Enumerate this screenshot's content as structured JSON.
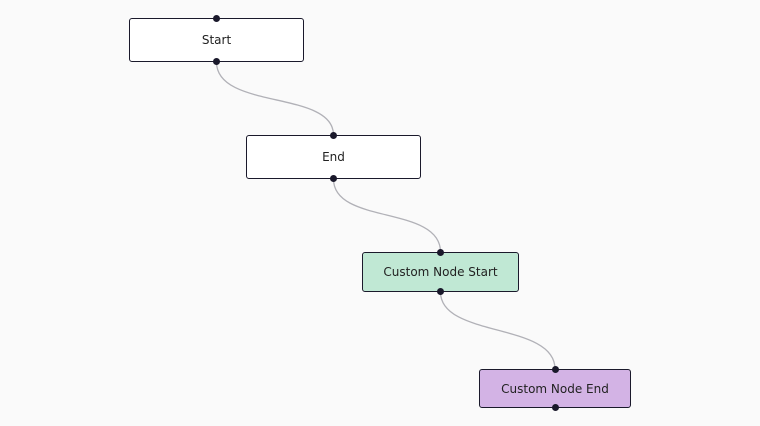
{
  "nodes": {
    "start": {
      "label": "Start",
      "bg": "#ffffff"
    },
    "end": {
      "label": "End",
      "bg": "#ffffff"
    },
    "custom_start": {
      "label": "Custom Node Start",
      "bg": "#c0e8d4"
    },
    "custom_end": {
      "label": "Custom Node End",
      "bg": "#d3b3e5"
    }
  },
  "colors": {
    "edge": "#b1b1b7",
    "handle": "#1a192b",
    "border": "#1a192b",
    "background": "#fafafa"
  }
}
